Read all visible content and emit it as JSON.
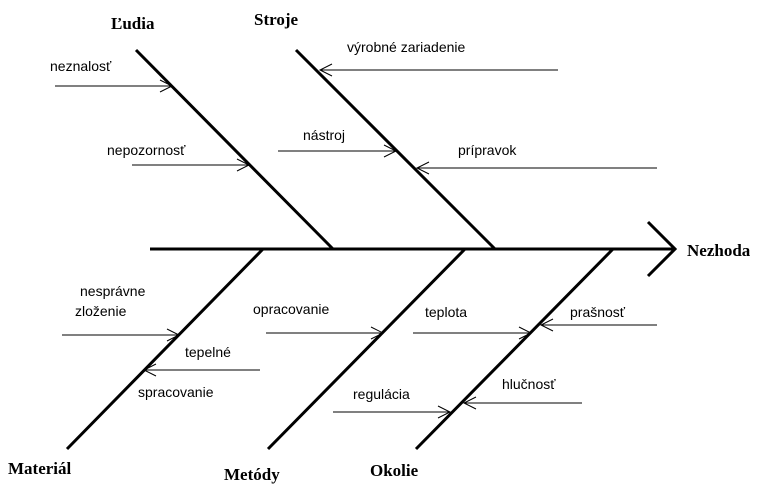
{
  "effect": "Nezhoda",
  "categories": {
    "ludia": "Ľudia",
    "stroje": "Stroje",
    "material": "Materiál",
    "metody": "Metódy",
    "okolie": "Okolie"
  },
  "causes": {
    "neznalost": "neznalosť",
    "nepozornost": "nepozornosť",
    "vyrobne_zariadenie": "výrobné zariadenie",
    "nastroj": "nástroj",
    "pripravok": "prípravok",
    "nespravne": "nesprávne",
    "zlozenie": "zloženie",
    "tepelne": "tepelné",
    "spracovanie": "spracovanie",
    "opracovanie": "opracovanie",
    "teplota": "teplota",
    "prasnost": "prašnosť",
    "regulacia": "regulácia",
    "hlucnost": "hlučnosť"
  }
}
